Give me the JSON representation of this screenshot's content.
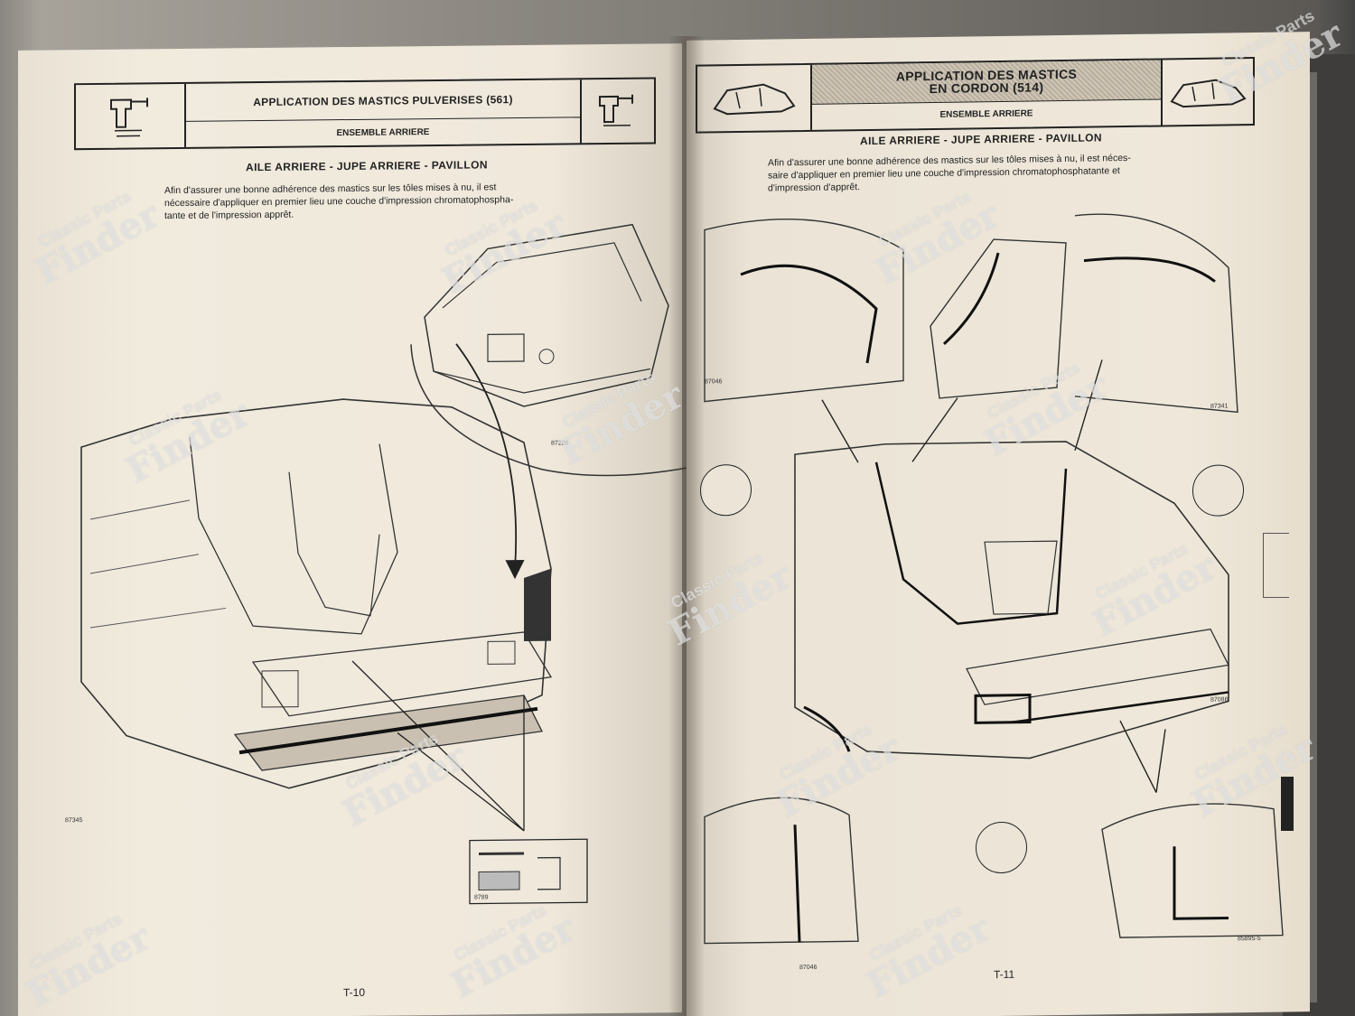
{
  "left_page": {
    "header": {
      "title": "APPLICATION DES MASTICS PULVERISES (561)",
      "subtitle": "ENSEMBLE ARRIERE"
    },
    "section_title": "AILE ARRIERE - JUPE ARRIERE - PAVILLON",
    "intro_lines": [
      "Afin d'assurer une bonne adhérence des mastics sur les tôles mises à nu, il est",
      "nécessaire d'appliquer en premier lieu une couche d'impression chromatophospha-",
      "tante et de l'impression apprêt."
    ],
    "figure_refs": {
      "top": "87226",
      "main": "87345",
      "detail": "8789"
    },
    "page_number": "T-10"
  },
  "right_page": {
    "header": {
      "title_line1": "APPLICATION DES MASTICS",
      "title_line2": "EN CORDON (514)",
      "subtitle": "ENSEMBLE ARRIERE"
    },
    "section_title": "AILE ARRIERE - JUPE ARRIERE - PAVILLON",
    "intro_lines": [
      "Afin d'assurer une bonne adhérence des mastics sur les tôles mises à nu, il est néces-",
      "saire d'appliquer en premier lieu une couche d'impression chromatophosphatante et",
      "d'impression d'apprêt."
    ],
    "figure_refs": {
      "top_left": "87046",
      "top_right": "87341",
      "middle_right": "87086",
      "bottom_left": "87046",
      "bottom_right": "85895-5"
    },
    "page_number": "T-11"
  },
  "watermark": {
    "line1": "Classic Parts",
    "line2": "Finder"
  },
  "icons": [
    "spray-gun-icon",
    "car-body-icon",
    "sealant-gun-icon"
  ]
}
